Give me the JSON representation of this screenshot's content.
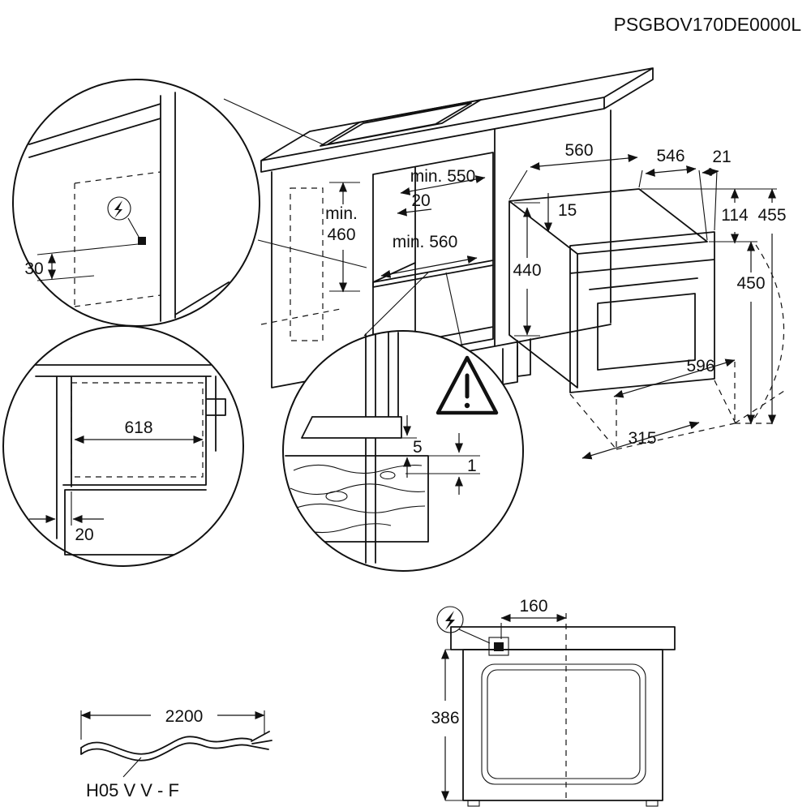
{
  "title": "PSGBOV170DE0000L",
  "colors": {
    "ink": "#111111",
    "background": "#ffffff"
  },
  "cabinet_view": {
    "niche_width": "min. 550",
    "top_offset": "20",
    "min_label": "min.",
    "niche_height": "460",
    "niche_depth": "min. 560"
  },
  "oven_view": {
    "d560": "560",
    "d546": "546",
    "d21": "21",
    "d15": "15",
    "d114": "114",
    "d455": "455",
    "d440": "440",
    "d450": "450",
    "d596": "596",
    "d315": "315"
  },
  "electrical_detail": {
    "offset_30": "30"
  },
  "front_detail": {
    "inner_width": "618",
    "wall_thickness": "20"
  },
  "edge_detail": {
    "gap_5": "5",
    "gap_1": "1"
  },
  "cable": {
    "length": "2200",
    "type": "H05 V V - F"
  },
  "top_view": {
    "offset_x": "160",
    "offset_y": "386"
  },
  "icons": {
    "electrical": "lightning-bolt",
    "caution": "warning-triangle"
  }
}
